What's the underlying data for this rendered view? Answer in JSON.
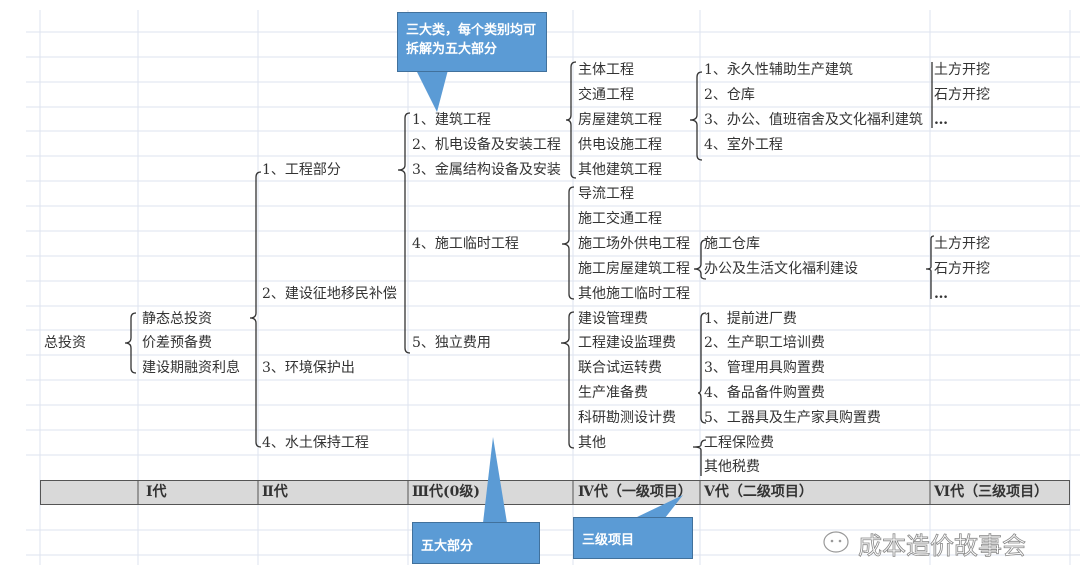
{
  "root": "总投资",
  "gen1": [
    "静态总投资",
    "价差预备费",
    "建设期融资利息"
  ],
  "gen2": [
    "1、工程部分",
    "2、建设征地移民补偿",
    "3、环境保护出",
    "4、水土保持工程"
  ],
  "gen3": [
    "1、建筑工程",
    "2、机电设备及安装工程",
    "3、金属结构设备及安装",
    "4、施工临时工程",
    "5、独立费用"
  ],
  "gen4": [
    "主体工程",
    "交通工程",
    "房屋建筑工程",
    "供电设施工程",
    "其他建筑工程",
    "导流工程",
    "施工交通工程",
    "施工场外供电工程",
    "施工房屋建筑工程",
    "其他施工临时工程",
    "建设管理费",
    "工程建设监理费",
    "联合试运转费",
    "生产准备费",
    "科研勘测设计费",
    "其他"
  ],
  "gen5": [
    "1、永久性辅助生产建筑",
    "2、仓库",
    "3、办公、值班宿舍及文化福利建筑",
    "4、室外工程",
    "施工仓库",
    "办公及生活文化福利建设",
    "1、提前进厂费",
    "2、生产职工培训费",
    "3、管理用具购置费",
    "4、备品备件购置费",
    "5、工器具及生产家具购置费",
    "工程保险费",
    "其他税费"
  ],
  "gen6": [
    "土方开挖",
    "石方开挖",
    "…",
    "土方开挖",
    "石方开挖",
    "…"
  ],
  "header": [
    "Ⅰ代",
    "Ⅱ代",
    "Ⅲ代(0级)",
    "Ⅳ代（一级项目）",
    "Ⅴ代（二级项目）",
    "Ⅵ代（三级项目）"
  ],
  "callouts": {
    "top": "三大类，每个类别均可拆解为五大部分",
    "five": "五大部分",
    "level3": "三级项目"
  },
  "watermark": "成本造价故事会",
  "colors": {
    "callout": "#5b9bd5",
    "header": "#d9d9d9",
    "grid": "#dde3ef"
  }
}
